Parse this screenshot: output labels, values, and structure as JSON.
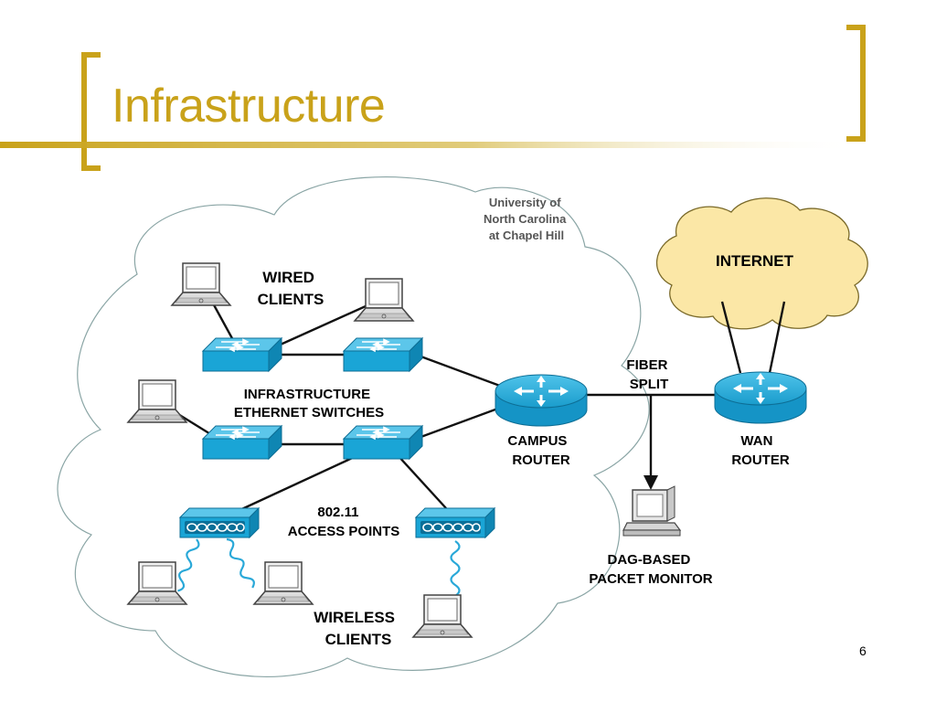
{
  "slide": {
    "title": "Infrastructure",
    "page_number": "6",
    "colors": {
      "accent_gold": "#c9a21a",
      "internet_cloud": "#fbe7a6",
      "device_blue": "#1aa5d6",
      "cloud_outline": "#8aa5a5"
    }
  },
  "diagram": {
    "campus_cloud_label": [
      "University of",
      "North Carolina",
      "at Chapel Hill"
    ],
    "internet_label": "INTERNET",
    "wired_clients_label": [
      "WIRED",
      "CLIENTS"
    ],
    "switches_label": [
      "INFRASTRUCTURE",
      "ETHERNET SWITCHES"
    ],
    "access_points_label": [
      "802.11",
      "ACCESS POINTS"
    ],
    "wireless_clients_label": [
      "WIRELESS",
      "CLIENTS"
    ],
    "campus_router_label": [
      "CAMPUS",
      "ROUTER"
    ],
    "wan_router_label": [
      "WAN",
      "ROUTER"
    ],
    "fiber_split_label": [
      "FIBER",
      "SPLIT"
    ],
    "packet_monitor_label": [
      "DAG-BASED",
      "PACKET MONITOR"
    ],
    "icons": [
      "laptop-icon",
      "ethernet-switch-icon",
      "router-icon",
      "access-point-icon",
      "desktop-computer-icon",
      "cloud-icon"
    ]
  }
}
